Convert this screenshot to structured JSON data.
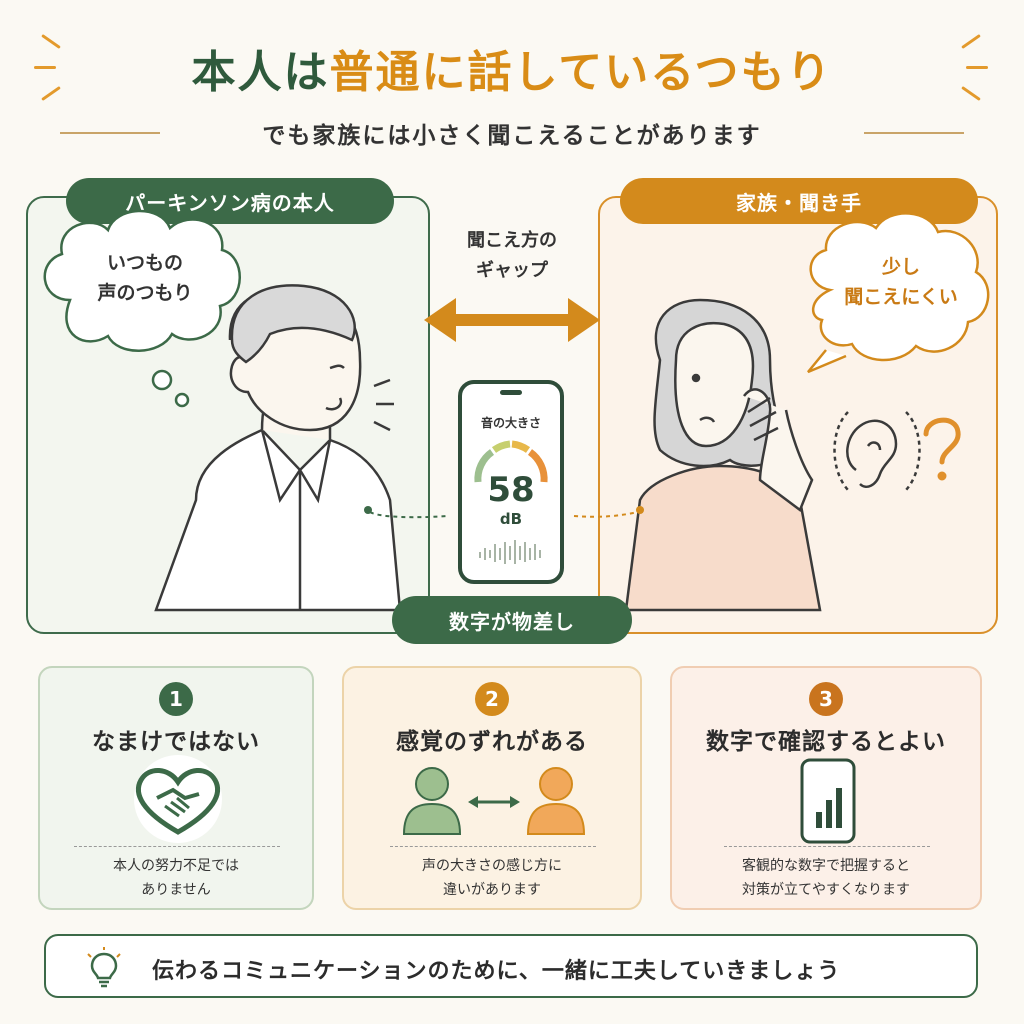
{
  "header": {
    "title_part1": "本人は",
    "title_part2": "普通に話しているつもり",
    "subtitle": "でも家族には小さく聞こえることがあります"
  },
  "left_panel": {
    "label": "パーキンソン病の本人",
    "thought_line1": "いつもの",
    "thought_line2": "声のつもり"
  },
  "right_panel": {
    "label": "家族・聞き手",
    "thought_line1": "少し",
    "thought_line2": "聞こえにくい"
  },
  "gap": {
    "line1": "聞こえ方の",
    "line2": "ギャップ"
  },
  "phone": {
    "title": "音の大きさ",
    "value": "58",
    "unit": "dB"
  },
  "badge": "数字が物差し",
  "cards": [
    {
      "num": "1",
      "title": "なまけではない",
      "desc_line1": "本人の努力不足では",
      "desc_line2": "ありません"
    },
    {
      "num": "2",
      "title": "感覚のずれがある",
      "desc_line1": "声の大きさの感じ方に",
      "desc_line2": "違いがあります"
    },
    {
      "num": "3",
      "title": "数字で確認するとよい",
      "desc_line1": "客観的な数字で把握すると",
      "desc_line2": "対策が立てやすくなります"
    }
  ],
  "footer": {
    "text": "伝わるコミュニケーションのために、一緒に工夫していきましょう"
  },
  "colors": {
    "green": "#3c6a48",
    "orange": "#d38a1c",
    "accent_orange": "#e8913a",
    "light_green": "#9dbf8f"
  }
}
